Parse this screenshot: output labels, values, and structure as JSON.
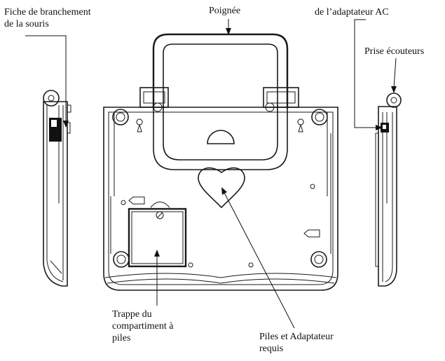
{
  "labels": {
    "mouse_plug": [
      "Fiche de branchement",
      "de la souris"
    ],
    "handle": "Poignée",
    "ac_adapter": "de l’adaptateur AC",
    "headphone_jack": "Prise écouteurs",
    "battery_door": [
      "Trappe du",
      "compartiment à",
      "piles"
    ],
    "batteries_required": [
      "Piles et Adaptateur",
      "requis"
    ]
  }
}
